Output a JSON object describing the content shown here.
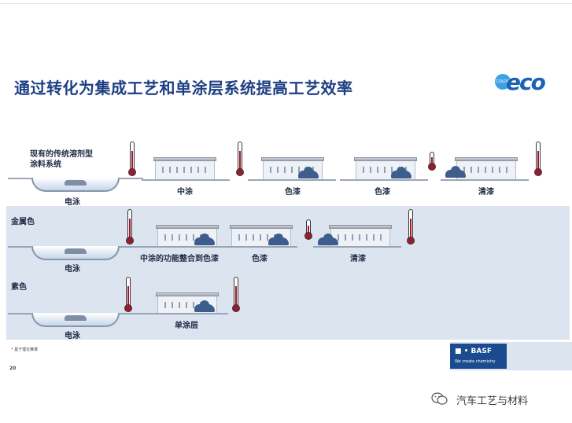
{
  "title": "通过转化为集成工艺和单涂层系统提高工艺效率",
  "logo": {
    "word": "eco",
    "badge_text": "COLOR"
  },
  "row1": {
    "heading_line1": "现有的传统溶剂型",
    "heading_line2": "涂料系统",
    "tank_label": "电泳",
    "stages": [
      "中涂",
      "色漆",
      "色漆",
      "清漆"
    ]
  },
  "row2": {
    "heading": "金属色",
    "tank_label": "电泳",
    "stages": [
      "中涂的功能整合到色漆",
      "色漆",
      "清漆"
    ]
  },
  "row3": {
    "heading": "素色",
    "tank_label": "电泳",
    "stages": [
      "单涂层"
    ]
  },
  "footnote": "* 基于理论推算",
  "page_number": "20",
  "basf": {
    "name": "■ • BASF",
    "tagline": "We create chemistry"
  },
  "watermark": "汽车工艺与材料",
  "colors": {
    "title": "#1f3f84",
    "panel": "#dce4f0",
    "thermo": "#9b1b2e",
    "basf": "#1a4b8f"
  }
}
